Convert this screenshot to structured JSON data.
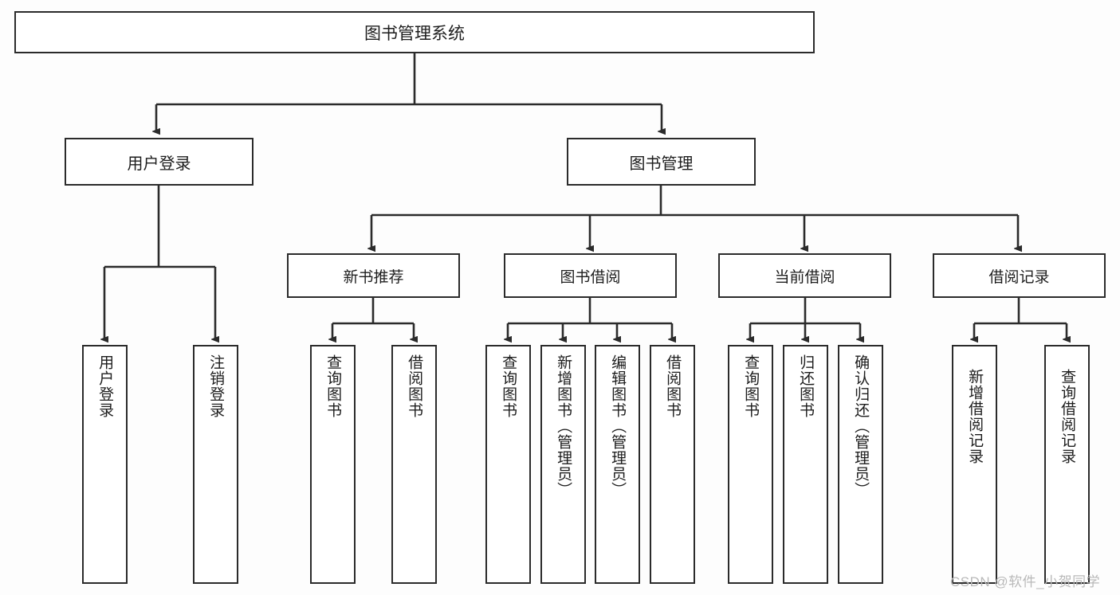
{
  "diagram": {
    "type": "tree-hierarchy",
    "title": "图书管理系统",
    "root": {
      "label": "图书管理系统"
    },
    "level1": [
      {
        "label": "用户登录"
      },
      {
        "label": "图书管理"
      }
    ],
    "level2": [
      {
        "label": "新书推荐"
      },
      {
        "label": "图书借阅"
      },
      {
        "label": "当前借阅"
      },
      {
        "label": "借阅记录"
      }
    ],
    "leaves": {
      "user_login": [
        {
          "label": "用户登录"
        },
        {
          "label": "注销登录"
        }
      ],
      "new_book_recommend": [
        {
          "label": "查询图书"
        },
        {
          "label": "借阅图书"
        }
      ],
      "book_borrow": [
        {
          "label": "查询图书"
        },
        {
          "label": "新增图书（管理员）"
        },
        {
          "label": "编辑图书（管理员）"
        },
        {
          "label": "借阅图书"
        }
      ],
      "current_borrow": [
        {
          "label": "查询图书"
        },
        {
          "label": "归还图书"
        },
        {
          "label": "确认归还（管理员）"
        }
      ],
      "borrow_record": [
        {
          "label": "新增借阅记录"
        },
        {
          "label": "查询借阅记录"
        }
      ]
    },
    "watermark": "CSDN @软件_小贺同学",
    "colors": {
      "stroke": "#2b2b2b",
      "fill": "#ffffff",
      "background": "#fdfdfd",
      "text": "#1d1d1d",
      "watermark": "#b9b9b9"
    }
  }
}
